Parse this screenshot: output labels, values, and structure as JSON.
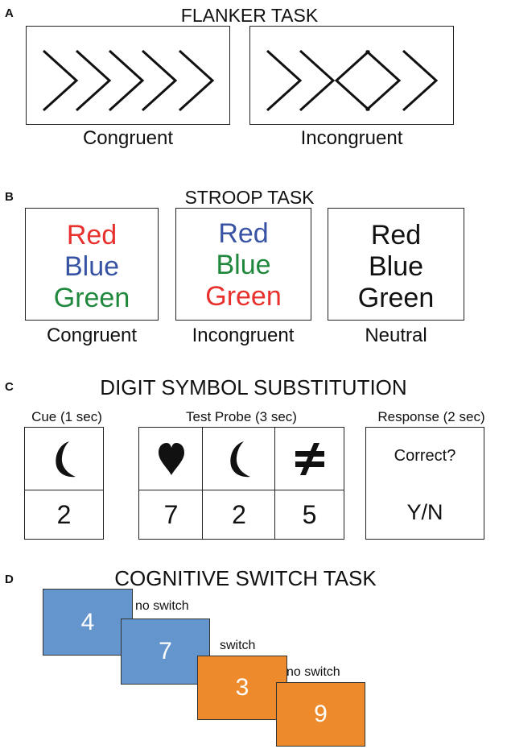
{
  "panels": {
    "a": {
      "letter": "A",
      "title": "FLANKER TASK",
      "congruent_label": "Congruent",
      "incongruent_label": "Incongruent"
    },
    "b": {
      "letter": "B",
      "title": "STROOP TASK",
      "boxes": [
        {
          "label": "Congruent",
          "words": [
            {
              "text": "Red",
              "color": "#e8302d"
            },
            {
              "text": "Blue",
              "color": "#3953a4"
            },
            {
              "text": "Green",
              "color": "#20883c"
            }
          ]
        },
        {
          "label": "Incongruent",
          "words": [
            {
              "text": "Red",
              "color": "#3953a4"
            },
            {
              "text": "Blue",
              "color": "#20883c"
            },
            {
              "text": "Green",
              "color": "#e8302d"
            }
          ]
        },
        {
          "label": "Neutral",
          "words": [
            {
              "text": "Red",
              "color": "#111111"
            },
            {
              "text": "Blue",
              "color": "#111111"
            },
            {
              "text": "Green",
              "color": "#111111"
            }
          ]
        }
      ]
    },
    "c": {
      "letter": "C",
      "title": "DIGIT SYMBOL SUBSTITUTION",
      "cue_label": "Cue (1 sec)",
      "probe_label": "Test Probe (3 sec)",
      "response_label": "Response (2 sec)",
      "cue": {
        "symbol": "moon-icon",
        "digit": "2"
      },
      "probe": [
        {
          "symbol": "heart-icon",
          "digit": "7"
        },
        {
          "symbol": "moon-icon",
          "digit": "2"
        },
        {
          "symbol": "not-equal-icon",
          "digit": "5"
        }
      ],
      "response_question": "Correct?",
      "response_options": "Y/N"
    },
    "d": {
      "letter": "D",
      "title": "COGNITIVE SWITCH TASK",
      "cards": [
        {
          "digit": "4",
          "color": "#6495cd"
        },
        {
          "digit": "7",
          "color": "#6495cd"
        },
        {
          "digit": "3",
          "color": "#ec8a2c"
        },
        {
          "digit": "9",
          "color": "#ec8a2c"
        }
      ],
      "transitions": [
        "no switch",
        "switch",
        "no switch"
      ]
    }
  }
}
